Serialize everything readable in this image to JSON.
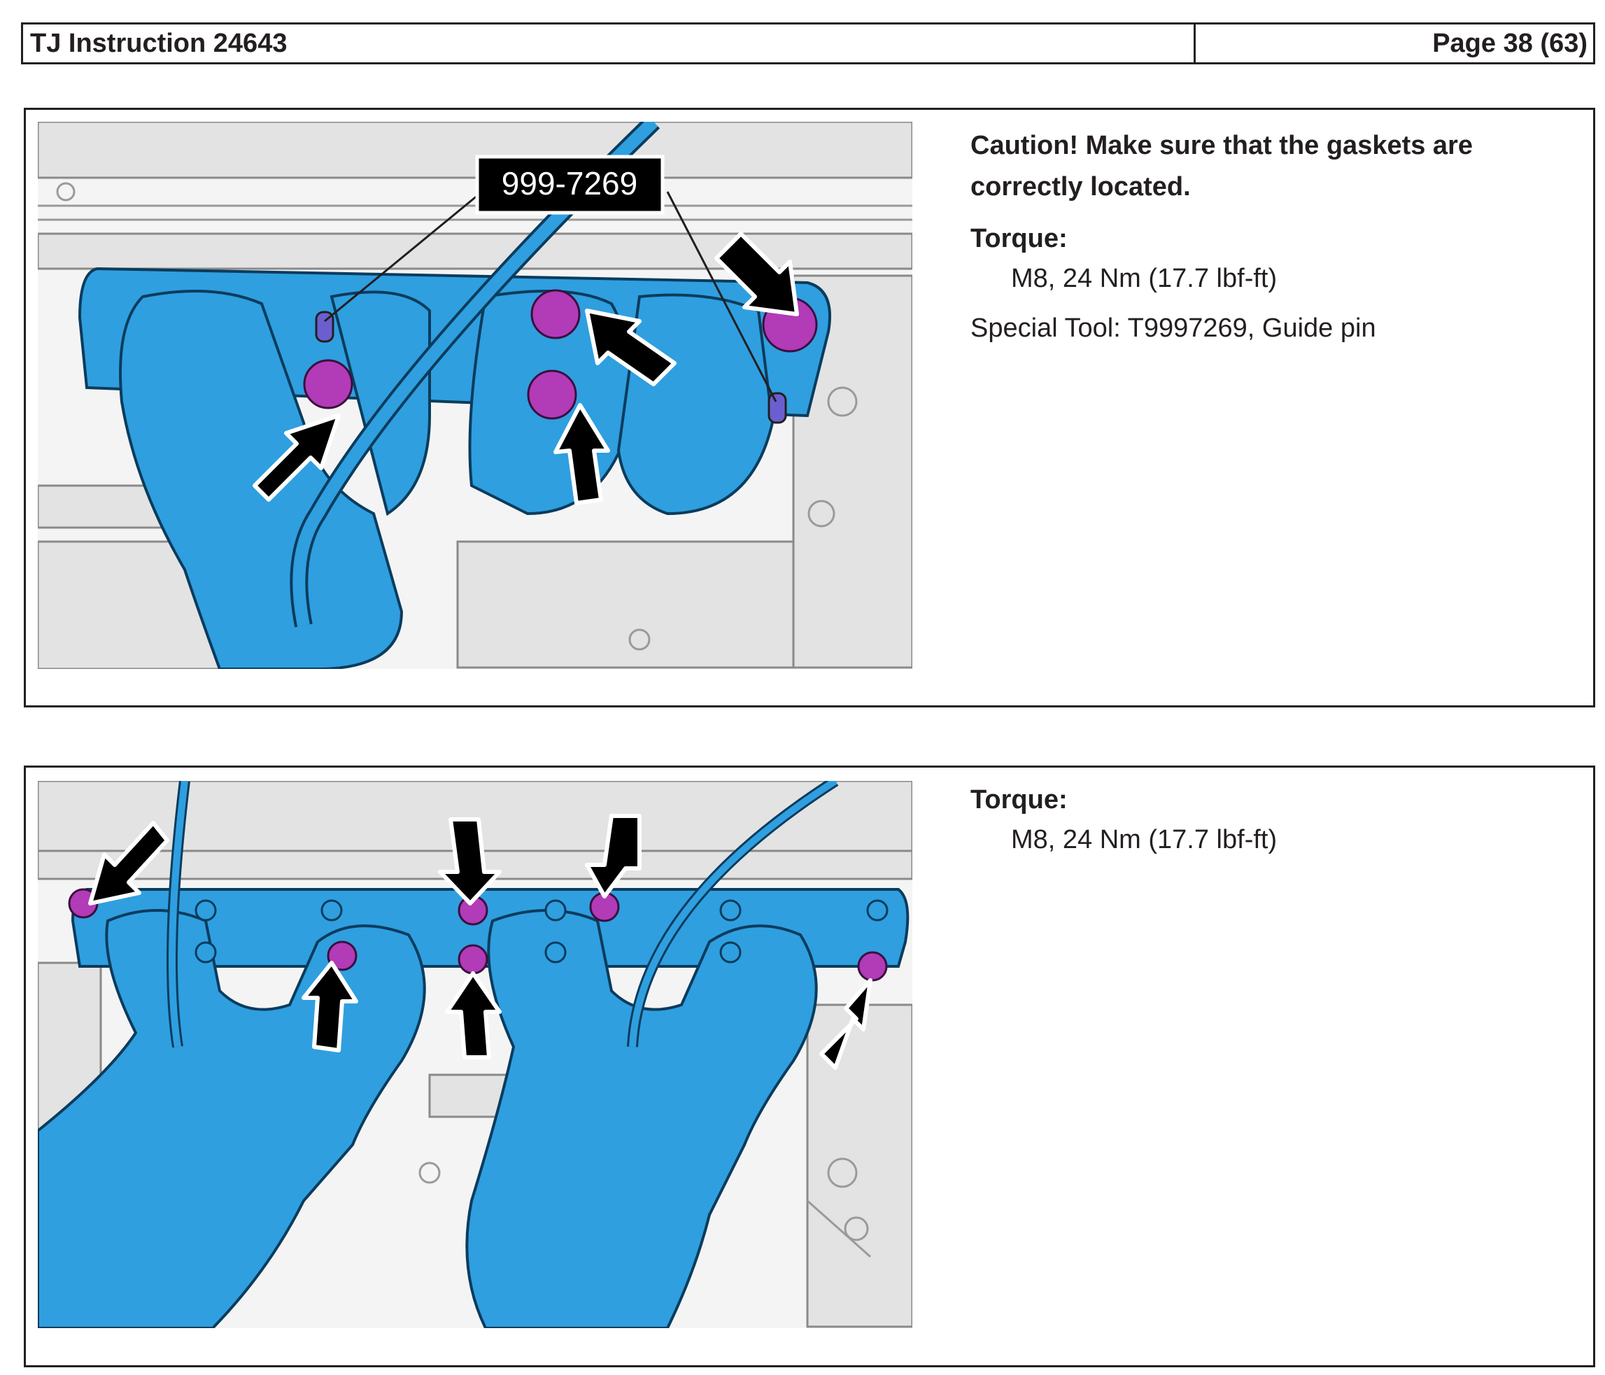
{
  "header": {
    "title": "TJ Instruction 24643",
    "page": "Page 38 (63)"
  },
  "step1": {
    "callout": "999-7269",
    "caution": "Caution!  Make sure that the gaskets are correctly located.",
    "torque_label": "Torque:",
    "torque_value": "M8, 24 Nm (17.7 lbf-ft)",
    "special_tool": "Special Tool: T9997269, Guide pin"
  },
  "step2": {
    "torque_label": "Torque:",
    "torque_value": "M8, 24 Nm (17.7 lbf-ft)"
  },
  "colors": {
    "manifold": "#2f9fe0",
    "bolt": "#b23bb8",
    "guide_pin": "#6b5fd0",
    "arrow": "#000000",
    "engine": "#e8e8e8"
  }
}
